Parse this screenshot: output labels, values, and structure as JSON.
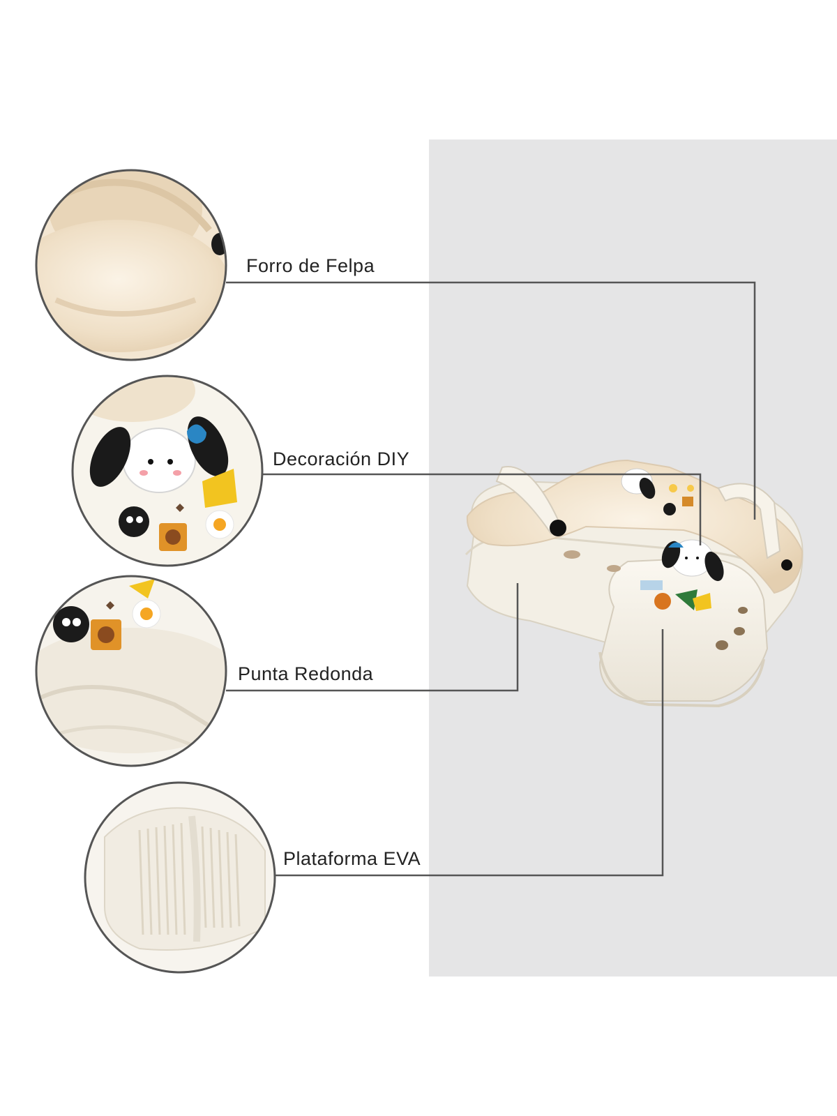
{
  "features": [
    {
      "id": "plush",
      "label": "Forro de Felpa"
    },
    {
      "id": "diy",
      "label": "Decoración DIY"
    },
    {
      "id": "toe",
      "label": "Punta Redonda"
    },
    {
      "id": "platform",
      "label": "Plataforma EVA"
    }
  ],
  "colors": {
    "panel": "#e5e5e6",
    "leader_line": "#555555",
    "circle_border": "#555555",
    "clog_body": "#f4f0e6",
    "plush": "#f1e4cf"
  }
}
